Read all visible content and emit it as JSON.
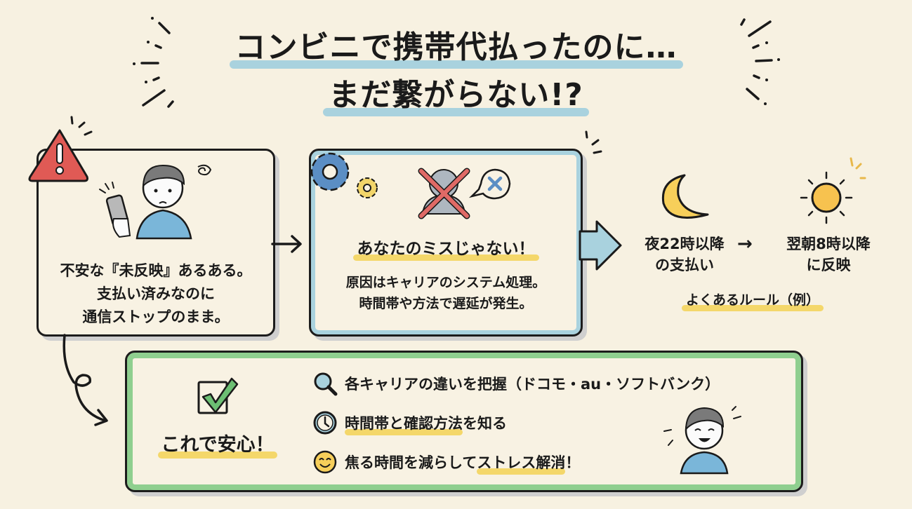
{
  "title": {
    "line1": "コンビニで携帯代払ったのに…",
    "line2": "まだ繋がらない!?"
  },
  "colors": {
    "background": "#f7f1e1",
    "title_underline": "#a9d2de",
    "highlight_yellow": "#f4d76a",
    "mid_box_border": "#a9d2de",
    "bottom_box_border": "#8fcf8f",
    "warning_red": "#e05a55",
    "moon_sun_yellow": "#f7cf5a"
  },
  "left_panel": {
    "icon": "warning-triangle-icon",
    "illustration": "worried-person-with-phone",
    "lines": [
      "不安な『未反映』あるある。",
      "支払い済みなのに",
      "通信ストップのまま。"
    ]
  },
  "middle_panel": {
    "icons": [
      "gear-icon",
      "small-gear-icon",
      "crossed-person-icon",
      "x-speech-bubble-icon"
    ],
    "heading": "あなたのミスじゃない！",
    "lines": [
      "原因はキャリアのシステム処理。",
      "時間帯や方法で遅延が発生。"
    ]
  },
  "rule_panel": {
    "from": {
      "icon": "moon-icon",
      "line1": "夜22時以降",
      "line2": "の支払い"
    },
    "arrow": "→",
    "to": {
      "icon": "sun-icon",
      "line1": "翌朝8時以降",
      "line2": "に反映"
    },
    "caption": "よくあるルール（例）"
  },
  "bottom_panel": {
    "check_icon": "checkbox-check-icon",
    "heading": "これで安心！",
    "bullets": [
      {
        "icon": "magnifier-icon",
        "text": "各キャリアの違いを把握（ドコモ・au・ソフトバンク）",
        "highlight": ""
      },
      {
        "icon": "clock-icon",
        "text": "",
        "highlight": "時間帯と確認方法",
        "suffix": "を知る"
      },
      {
        "icon": "smile-icon",
        "prefix": "焦る時間を減らして",
        "highlight": "ストレス解消",
        "suffix": "！"
      }
    ],
    "illustration": "happy-person"
  }
}
